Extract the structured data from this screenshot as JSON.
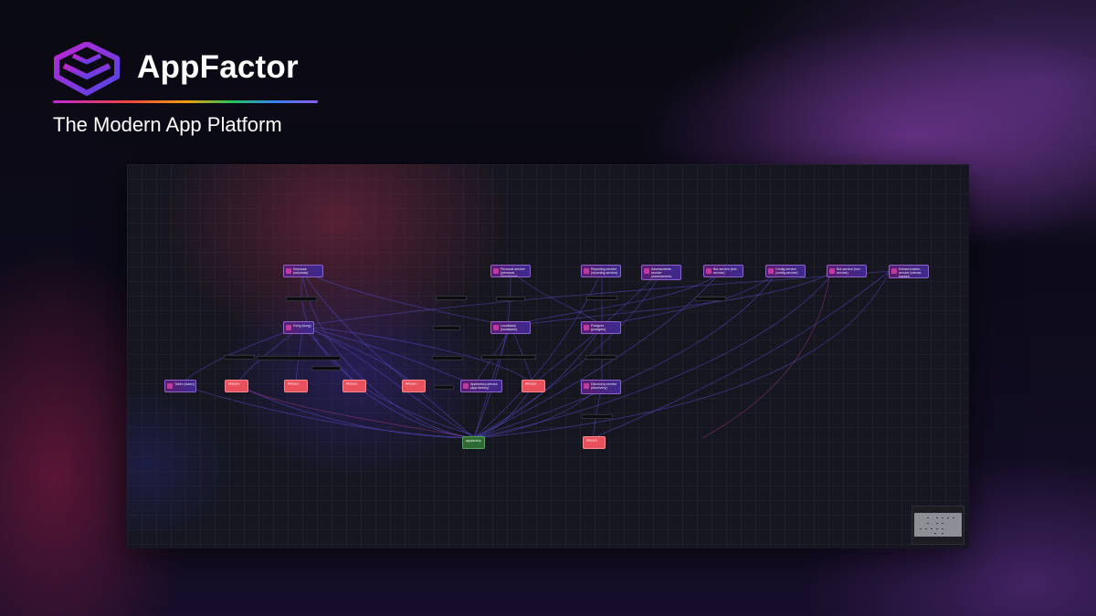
{
  "brand": {
    "name": "AppFactor",
    "tagline": "The Modern App Platform",
    "logo_icon": "appfactor-logo-icon",
    "accent_colors": [
      "#c026d3",
      "#ef4444",
      "#f59e0b",
      "#22c55e",
      "#3b82f6",
      "#8b5cf6"
    ]
  },
  "canvas": {
    "background": "#15161f",
    "nodes": [
      {
        "id": "n1",
        "kind": "service",
        "label": "Keycloak (keycloak)"
      },
      {
        "id": "n2",
        "kind": "service",
        "label": "Personal-service (personal-standalone)"
      },
      {
        "id": "n3",
        "kind": "service",
        "label": "Reporting-service (reporting-service)"
      },
      {
        "id": "n4",
        "kind": "service",
        "label": "Assessments-service (assessments-service)"
      },
      {
        "id": "n5",
        "kind": "service",
        "label": "Bot-service (bot-service)"
      },
      {
        "id": "n6",
        "kind": "service",
        "label": "Config-service (config-service)"
      },
      {
        "id": "n7",
        "kind": "service",
        "label": "Bot-service (red-service)"
      },
      {
        "id": "n8",
        "kind": "service",
        "label": "Extract-tracker-service (extract-tracker)"
      },
      {
        "id": "n9",
        "kind": "service",
        "label": "Kong (kong)"
      },
      {
        "id": "n10",
        "kind": "service",
        "label": "Localstack (localstack)"
      },
      {
        "id": "n11",
        "kind": "service",
        "label": "Postgres (postgres)"
      },
      {
        "id": "n12",
        "kind": "service",
        "label": "Token (token)"
      },
      {
        "id": "n13",
        "kind": "error",
        "label": "PROXY"
      },
      {
        "id": "n14",
        "kind": "error",
        "label": "PROXY"
      },
      {
        "id": "n15",
        "kind": "error",
        "label": "PROXY"
      },
      {
        "id": "n16",
        "kind": "error",
        "label": "PROXY"
      },
      {
        "id": "n17",
        "kind": "service",
        "label": "Appfactory-service (app-factory)"
      },
      {
        "id": "n18",
        "kind": "error",
        "label": "PROXY"
      },
      {
        "id": "n19",
        "kind": "service",
        "label": "Discovery-service (discovery)"
      },
      {
        "id": "n20",
        "kind": "ok",
        "label": "appfactory"
      },
      {
        "id": "n21",
        "kind": "error",
        "label": "PROXY"
      }
    ]
  },
  "minimap": {
    "label": "minimap"
  }
}
